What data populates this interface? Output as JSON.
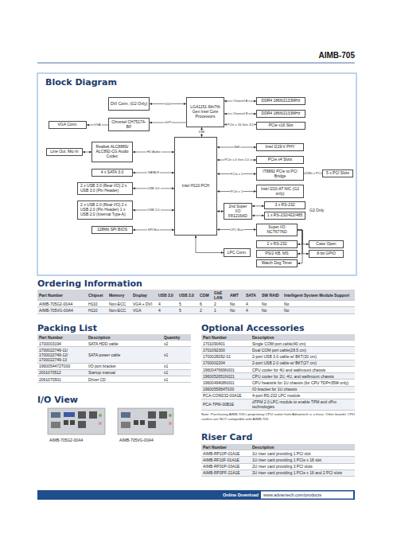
{
  "diagram": {
    "title": "Block Diagram",
    "nodes": [
      {
        "text": [
          "DVI Conn. (G2 Only)"
        ]
      },
      {
        "text": [
          "LGA1151 6th/7th Gen Intel Core Processors"
        ]
      },
      {
        "text": [
          "DDR4 1866/2133MHz"
        ]
      },
      {
        "text": [
          "DDR4 1866/2133MHz"
        ]
      },
      {
        "text": [
          "Chrontel CH7517A-BF"
        ]
      },
      {
        "text": [
          "PCIe x16 Slot"
        ]
      },
      {
        "text": [
          "VGA Conn."
        ]
      },
      {
        "text": [
          "Realtek ALC888S/ ALC892-CG Audio Codec"
        ]
      },
      {
        "text": [
          "Line Out, Mic-In"
        ]
      },
      {
        "text": [
          "Intel H110 PCH"
        ]
      },
      {
        "text": [
          "Intel I219-V PHY"
        ]
      },
      {
        "text": [
          "PCIe x4 Slots"
        ]
      },
      {
        "text": [
          "4 x SATA 3.0"
        ]
      },
      {
        "text": [
          "IT8892 PCIe to PCI Bridge"
        ]
      },
      {
        "text": [
          "5 x PCI Slots"
        ]
      },
      {
        "text": [
          "2 x USB 3.0 (Rear I/O) 2 x USB 3.0 (Pin Header)"
        ]
      },
      {
        "text": [
          "Intel I210-AT NIC (G2 only)"
        ]
      },
      {
        "text": [
          "2nd Super I/O F81216AD"
        ]
      },
      {
        "text": [
          "3 x RS-232"
        ]
      },
      {
        "text": [
          "1 x RS-232/422/485"
        ]
      },
      {
        "text": [
          "2 x USB 2.0 (Rear I/O) 2 x USB 2.0 (Pin Header) 1 x USB 2.0 (Internal Type A)"
        ]
      },
      {
        "text": [
          "128Mb SPI BIOS"
        ]
      },
      {
        "text": [
          "Super I/O NCT6776D"
        ]
      },
      {
        "text": [
          "2 x RS-232"
        ]
      },
      {
        "text": [
          "Case Open"
        ]
      },
      {
        "text": [
          "PS/2 KB, MS"
        ]
      },
      {
        "text": [
          "8-bit GPIO"
        ]
      },
      {
        "text": [
          "LPC Conn."
        ]
      },
      {
        "text": [
          "Watch Dog Timer"
        ]
      }
    ],
    "edges": [
      {
        "from": 0,
        "to": 1,
        "label": "DDI",
        "arrow": "both"
      },
      {
        "from": 1,
        "to": 2,
        "label": "Channel A",
        "arrow": "both"
      },
      {
        "from": 1,
        "to": 3,
        "label": "Channel B",
        "arrow": "both"
      },
      {
        "from": 1,
        "to": 5,
        "label": "PCIe x 16 Gen 3.0",
        "arrow": "both"
      },
      {
        "from": 1,
        "to": 4,
        "label": "eDP",
        "arrow": "to"
      },
      {
        "from": 4,
        "to": 6,
        "label": "VGA",
        "arrow": "to"
      },
      {
        "from": 1,
        "to": 9,
        "label": "DMI",
        "arrow": "both"
      },
      {
        "from": 7,
        "to": 9,
        "label": "HD Audio",
        "arrow": "both"
      },
      {
        "from": 8,
        "to": 7,
        "arrow": "both"
      },
      {
        "from": 9,
        "to": 10,
        "label": "GbE",
        "arrow": "both"
      },
      {
        "from": 9,
        "to": 11,
        "label": "PCIe x 4 Gen 2.0",
        "arrow": "both"
      },
      {
        "from": 12,
        "to": 9,
        "label": "SATA III",
        "arrow": "both"
      },
      {
        "from": 9,
        "to": 13,
        "label": "PCIe x 1",
        "arrow": "both"
      },
      {
        "from": 13,
        "to": 14,
        "label": "32Bit x PCI",
        "arrow": "both"
      },
      {
        "from": 15,
        "to": 9,
        "label": "USB 3.0",
        "arrow": "both"
      },
      {
        "from": 9,
        "to": 16,
        "label": "PCIe x 1",
        "arrow": "both"
      },
      {
        "from": 20,
        "to": 9,
        "label": "USB 2.0",
        "arrow": "both"
      },
      {
        "from": 21,
        "to": 9,
        "label": "SPI Bus",
        "arrow": "both"
      },
      {
        "from": 9,
        "to": 17,
        "arrow": "both"
      },
      {
        "from": 17,
        "to": 18,
        "arrow": "both"
      },
      {
        "from": 17,
        "to": 19,
        "arrow": "both"
      },
      {
        "from": 9,
        "to": 22,
        "label": "LPC Bus",
        "arrow": "both"
      },
      {
        "from": 9,
        "to": 27,
        "arrow": "both"
      },
      {
        "from": 22,
        "to": 23,
        "arrow": "to"
      },
      {
        "from": 22,
        "to": 24,
        "arrow": "to"
      },
      {
        "from": 22,
        "to": 25,
        "arrow": "to"
      },
      {
        "from": 22,
        "to": 26,
        "arrow": "to"
      },
      {
        "from": 22,
        "to": 28,
        "arrow": "to"
      }
    ],
    "labels": [
      "AIMB-705",
      "Ordering Information",
      "Part Number",
      "Chipset",
      "Memory",
      "Display",
      "USB 3.0",
      "USB 2.0",
      "COM",
      "GbE LAN",
      "AMT",
      "SATA",
      "SW RAID",
      "Intelligent System Module Support",
      "AIMB-705G2-00A4",
      "H110",
      "Non-ECC",
      "VGA + DVI",
      "4",
      "5",
      "6",
      "2",
      "No",
      "4",
      "No",
      "No",
      "AIMB-705VG-00A4",
      "H110",
      "Non-ECC",
      "VGA",
      "4",
      "5",
      "2",
      "1",
      "No",
      "4",
      "No",
      "No",
      "Packing List",
      "Part Number",
      "Description",
      "Quantity",
      "1700003194",
      "SATA HDD cable",
      "x2",
      "1700022749-11/ 1700022749-12/ 1700022749-13",
      "SATA power cable",
      "x1",
      "1960054472T000",
      "I/O port bracket",
      "x1",
      "2001070512",
      "Startup manual",
      "x1",
      "2061070501",
      "Driver CD",
      "x1",
      "Optional Accessories",
      "Part Number",
      "Description",
      "1701090401",
      "Single COM port cable(40 cm)",
      "1701092300",
      "Dual COM port cable(28.5 cm)",
      "1700028292-01",
      "2-port USB 3.0 cable w/ BKT(30 cm)",
      "1700002204",
      "2-port USB 2.0 cable w/ BKT(27 cm)",
      "1960047669N001",
      "CPU cooler for 4U and wallmount chassis",
      "1960052651N021",
      "CPU cooler for 2U, 4U, and wallmount chassis",
      "1960049408N001",
      "CPU heatsink for 1U chassis (for CPU TDP=35W only)",
      "1960055954T000",
      "IO bracket for 1U chassis",
      "PCA-COM232-00A1E",
      "4-port RS-232 LPC module",
      "PCA-TPM-00B1E",
      "dTPM 2.0 LPC module to enable TPM and vPro technologies",
      "Note: Purchasing AIMB-705's proprietary CPU cooler from Advantech is a must. Other brands' CPU coolers are NOT compatible with AIMB-705.",
      "I/O View",
      "AIMB-705G2-00A4",
      "AIMB-705VG-00A4",
      "Riser Card",
      "Part Number",
      "Description",
      "AIMB-RP10P-01A1E",
      "1U riser card providing 1 PCI slot",
      "AIMB-RF10F-01A1E",
      "1U riser card providing 1 PCIe x 16 slot",
      "AIMB-RP30P-03A1E",
      "2U riser card providing 3 PCI slots",
      "AIMB-RP3PF-21A1E",
      "2U riser card providing 1 PCIe x 16 and 2 PCI slots",
      "Online Download",
      "www.advantech.com/products",
      "G2 Only"
    ]
  }
}
